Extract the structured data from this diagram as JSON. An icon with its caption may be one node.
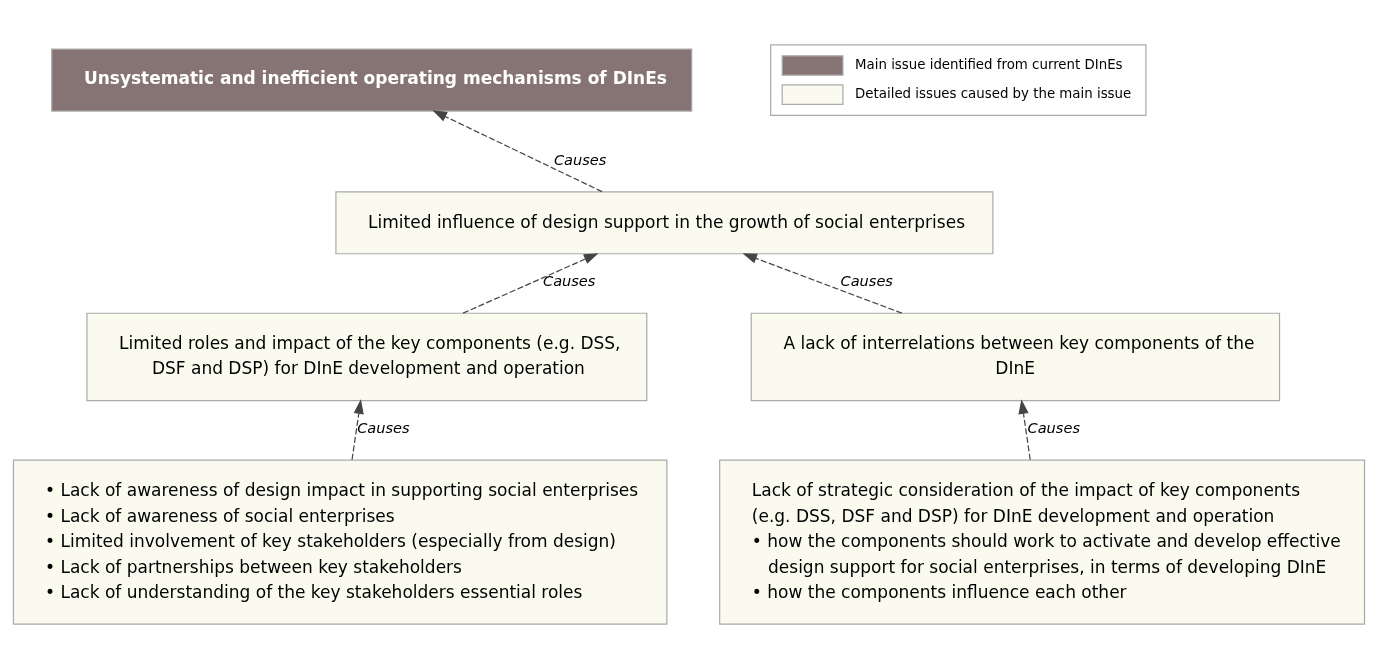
{
  "diagram": {
    "nodes": [
      {
        "text": [
          "Unsystematic and inefficient operating mechanisms of DInEs"
        ]
      },
      {
        "text": [
          "Limited influence of design support in the growth of social enterprises"
        ]
      },
      {
        "text": [
          "Limited roles and impact of the key components (e.g. DSS, DSF and DSP) for DInE development and operation"
        ]
      },
      {
        "text": [
          "A lack of interrelations between key components of the DInE"
        ]
      },
      {
        "text": [
          "• Lack of awareness of design impact in supporting social enterprises",
          "• Lack of awareness of social enterprises",
          "• Limited involvement of key stakeholders (especially from design)",
          "• Lack of partnerships between key stakeholders",
          "• Lack of understanding of the key stakeholders essential roles"
        ]
      },
      {
        "text": [
          "Lack of strategic consideration of the impact of key components (e.g. DSS, DSF and DSP) for DInE development and operation",
          "• how the components should work to activate and develop effective design support for social enterprises, in terms of developing DInE",
          "• how the components influence each other"
        ]
      }
    ],
    "edges": [
      {
        "from": 1,
        "to": 0,
        "arrow": "to",
        "label": "Causes",
        "style": "dashed"
      },
      {
        "from": 2,
        "to": 1,
        "arrow": "to",
        "label": "Causes",
        "style": "dashed"
      },
      {
        "from": 3,
        "to": 1,
        "arrow": "to",
        "label": "Causes",
        "style": "dashed"
      },
      {
        "from": 4,
        "to": 2,
        "arrow": "to",
        "label": "Causes",
        "style": "dashed"
      },
      {
        "from": 5,
        "to": 3,
        "arrow": "to",
        "label": "Causes",
        "style": "dashed"
      }
    ],
    "legend": [
      {
        "text": "Main issue identified from current DInEs",
        "color": "#857473"
      },
      {
        "text": "Detailed issues caused by the main issue",
        "color": "#fafaef"
      }
    ]
  }
}
